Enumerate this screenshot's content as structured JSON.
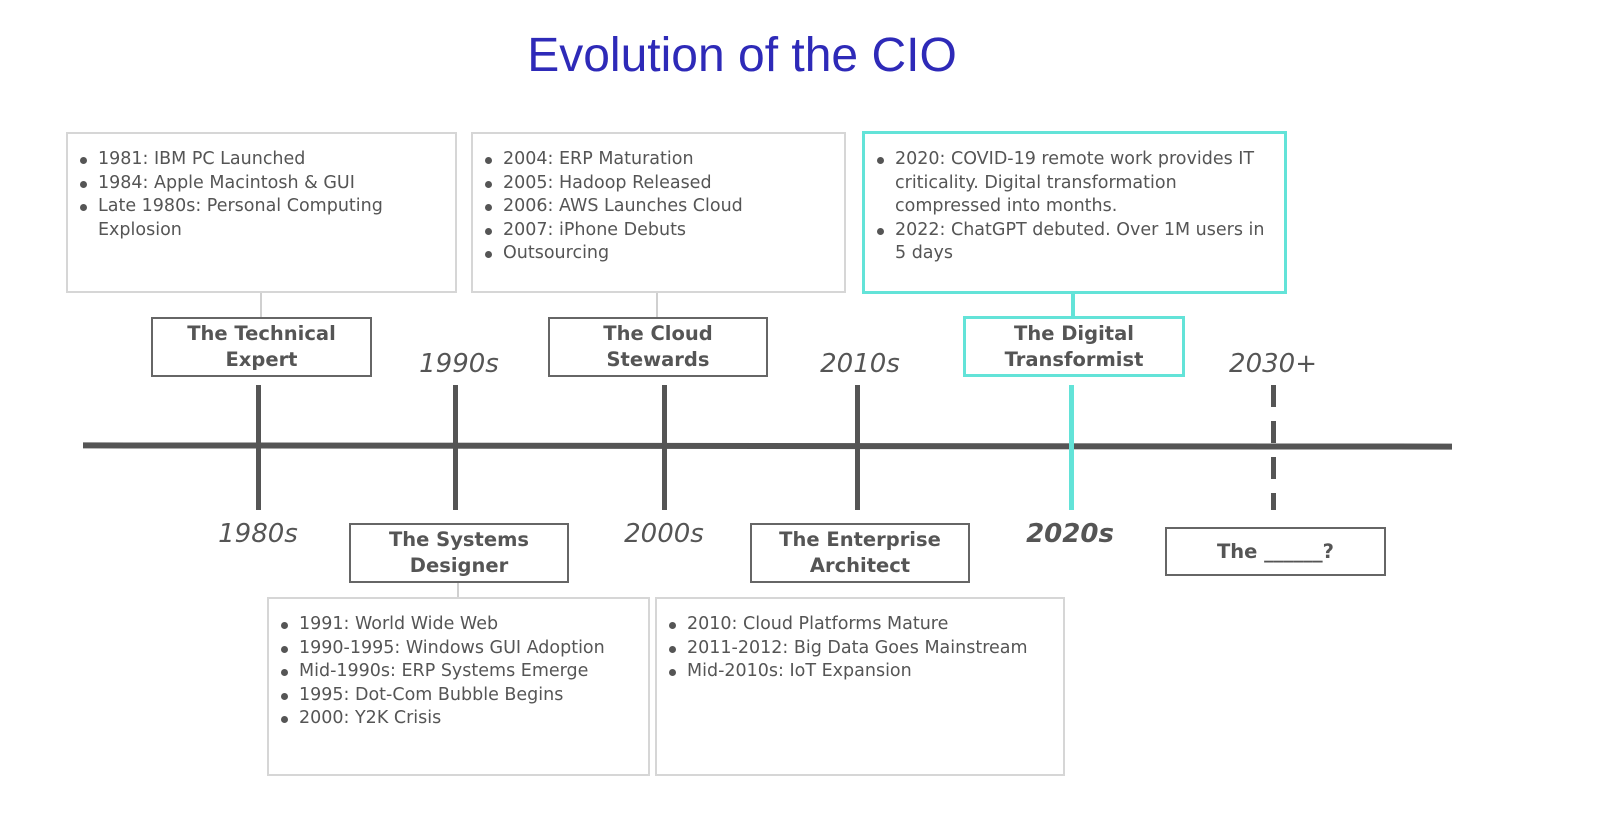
{
  "title": "Evolution of the CIO",
  "eras": [
    {
      "year": "1980s",
      "role": "The Technical Expert",
      "events": [
        "1981: IBM PC Launched",
        "1984: Apple Macintosh & GUI",
        "Late 1980s: Personal Computing Explosion"
      ]
    },
    {
      "year": "1990s",
      "role": "The Systems Designer",
      "events": [
        "1991: World Wide Web",
        "1990-1995: Windows GUI Adoption",
        "Mid-1990s: ERP Systems Emerge",
        "1995: Dot-Com Bubble Begins",
        "2000: Y2K Crisis"
      ]
    },
    {
      "year": "2000s",
      "role": "The Cloud Stewards",
      "events": [
        "2004: ERP Maturation",
        "2005: Hadoop Released",
        "2006: AWS Launches Cloud",
        "2007: iPhone Debuts",
        "Outsourcing"
      ]
    },
    {
      "year": "2010s",
      "role": "The Enterprise Architect",
      "events": [
        "2010: Cloud Platforms Mature",
        "2011-2012: Big Data Goes Mainstream",
        "Mid-2010s: IoT Expansion"
      ]
    },
    {
      "year": "2020s",
      "role": "The Digital Transformist",
      "events": [
        "2020: COVID-19 remote work provides IT criticality. Digital transformation compressed into months.",
        "2022: ChatGPT debuted. Over 1M users in 5 days"
      ]
    },
    {
      "year": "2030+",
      "role": "The ______?"
    }
  ],
  "colors": {
    "title": "#2e2ab8",
    "highlight": "#63e3d8",
    "line": "#555555"
  }
}
